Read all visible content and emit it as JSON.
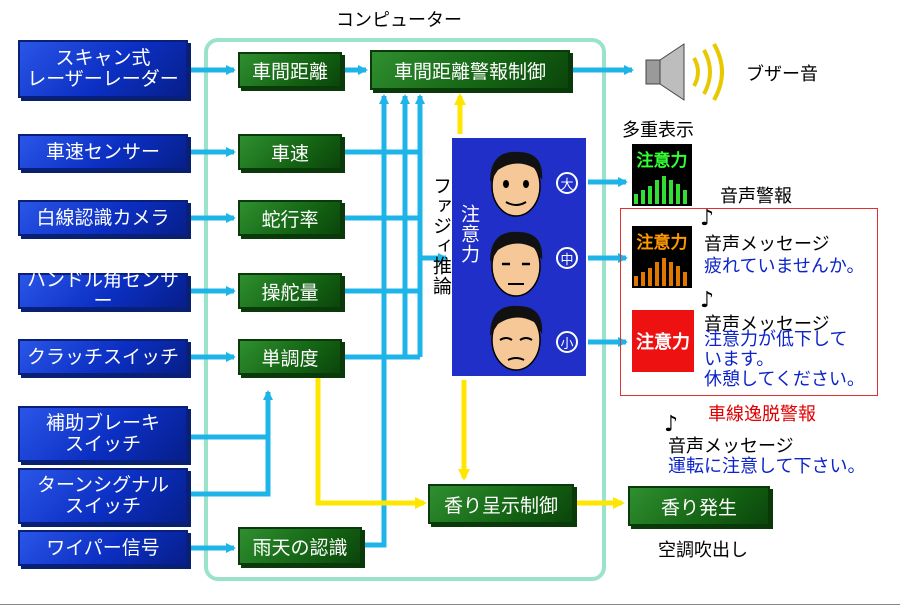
{
  "computer_label": "コンピューター",
  "inputs": [
    "スキャン式\nレーザーレーダー",
    "車速センサー",
    "白線認識カメラ",
    "ハンドル角センサー",
    "クラッチスイッチ",
    "補助ブレーキ\nスイッチ",
    "ターンシグナル\nスイッチ",
    "ワイパー信号"
  ],
  "processes": {
    "distance": "車間距離",
    "speed": "車速",
    "weave": "蛇行率",
    "steering": "操舵量",
    "monotony": "単調度",
    "rain": "雨天の認識",
    "warning_control": "車間距離警報制御",
    "scent_control": "香り呈示制御",
    "scent_output": "香り発生"
  },
  "fuzzy_label": "ファジィ推論",
  "attention_label": "注意力",
  "levels": [
    "大",
    "中",
    "小"
  ],
  "outputs": {
    "buzzer": "ブザー音",
    "multi_display": "多重表示",
    "indicator_text": "注意力",
    "sound_alarm": "音声警報",
    "voice_message": "音声メッセージ",
    "msg_medium": "疲れていませんか。",
    "msg_low": "注意力が低下して\nいます。\n休憩してください。",
    "lane_warning": "車線逸脱警報",
    "lane_voice": "音声メッセージ",
    "lane_msg": "運転に注意して下さい。",
    "aircon": "空調吹出し",
    "note_icon": "♪"
  },
  "colors": {
    "arrow_cyan": "#1fb4e8",
    "arrow_yellow": "#ffe600",
    "frame": "#9be3c8",
    "panel": "#1f2fc8",
    "red_box": "#e03030"
  }
}
